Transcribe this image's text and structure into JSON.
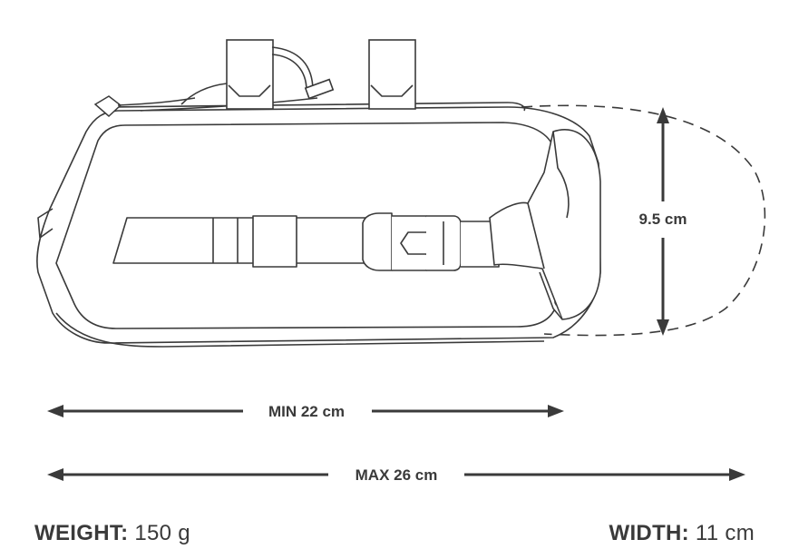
{
  "dimensions": {
    "height_label": "9.5 cm",
    "min_length_label": "MIN 22 cm",
    "max_length_label": "MAX 26 cm"
  },
  "specs": {
    "weight_label": "WEIGHT:",
    "weight_value": "150 g",
    "width_label": "WIDTH:",
    "width_value": "11 cm"
  },
  "colors": {
    "line": "#3a3a3a",
    "arrow": "#3a3a3a",
    "background": "#ffffff"
  }
}
